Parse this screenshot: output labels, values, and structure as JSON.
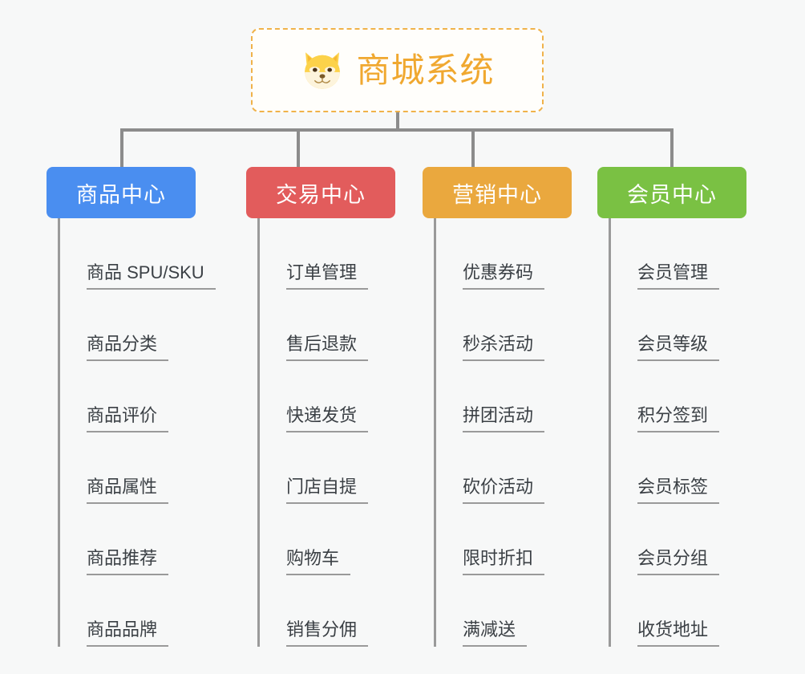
{
  "background_color": "#f7f8f8",
  "root": {
    "title": "商城系统",
    "logo_name": "shiba-dog-logo",
    "text_color": "#f0a830",
    "border_color": "#f0b24a"
  },
  "connector_color": "#8c8c8c",
  "columns": [
    {
      "label": "商品中心",
      "color": "#4a8ef0",
      "items": [
        "商品 SPU/SKU",
        "商品分类",
        "商品评价",
        "商品属性",
        "商品推荐",
        "商品品牌"
      ]
    },
    {
      "label": "交易中心",
      "color": "#e25c5c",
      "items": [
        "订单管理",
        "售后退款",
        "快递发货",
        "门店自提",
        "购物车",
        "销售分佣"
      ]
    },
    {
      "label": "营销中心",
      "color": "#eaa83e",
      "items": [
        "优惠券码",
        "秒杀活动",
        "拼团活动",
        "砍价活动",
        "限时折扣",
        "满减送"
      ]
    },
    {
      "label": "会员中心",
      "color": "#7ac143",
      "items": [
        "会员管理",
        "会员等级",
        "积分签到",
        "会员标签",
        "会员分组",
        "收货地址"
      ]
    }
  ]
}
